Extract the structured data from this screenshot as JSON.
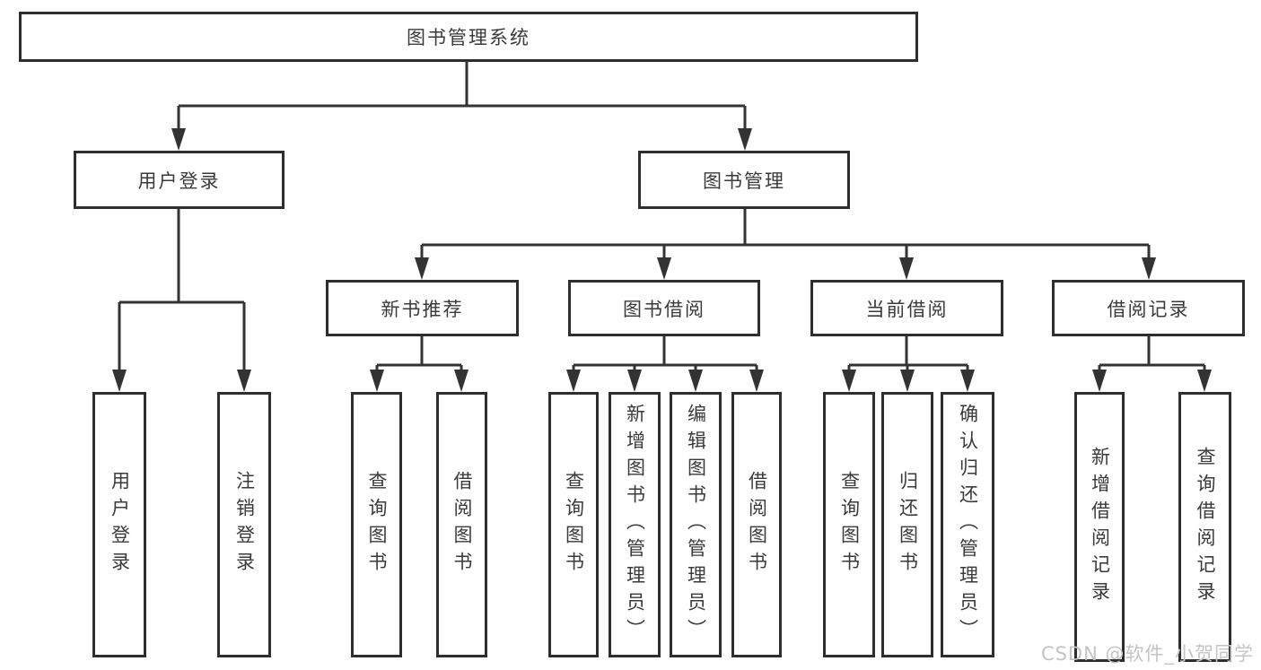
{
  "diagram": {
    "root": {
      "label": "图书管理系统"
    },
    "level2": [
      {
        "label": "用户登录"
      },
      {
        "label": "图书管理"
      }
    ],
    "level3": [
      {
        "label": "新书推荐"
      },
      {
        "label": "图书借阅"
      },
      {
        "label": "当前借阅"
      },
      {
        "label": "借阅记录"
      }
    ],
    "leaves": {
      "user_login": [
        {
          "label": "用户登录"
        },
        {
          "label": "注销登录"
        }
      ],
      "new_book_rec": [
        {
          "label": "查询图书"
        },
        {
          "label": "借阅图书"
        }
      ],
      "book_borrow": [
        {
          "label": "查询图书"
        },
        {
          "label": "新增图书（管理员）"
        },
        {
          "label": "编辑图书（管理员）"
        },
        {
          "label": "借阅图书"
        }
      ],
      "current_borrow": [
        {
          "label": "查询图书"
        },
        {
          "label": "归还图书"
        },
        {
          "label": "确认归还（管理员）"
        }
      ],
      "borrow_records": [
        {
          "label": "新增借阅记录"
        },
        {
          "label": "查询借阅记录"
        }
      ]
    }
  },
  "watermark": {
    "text": "CSDN @软件_小贺同学"
  },
  "colors": {
    "line": "#333333",
    "box_border": "#2e2e2e",
    "text": "#3a3a3a",
    "watermark": "#c4c4c4",
    "background": "#ffffff"
  }
}
